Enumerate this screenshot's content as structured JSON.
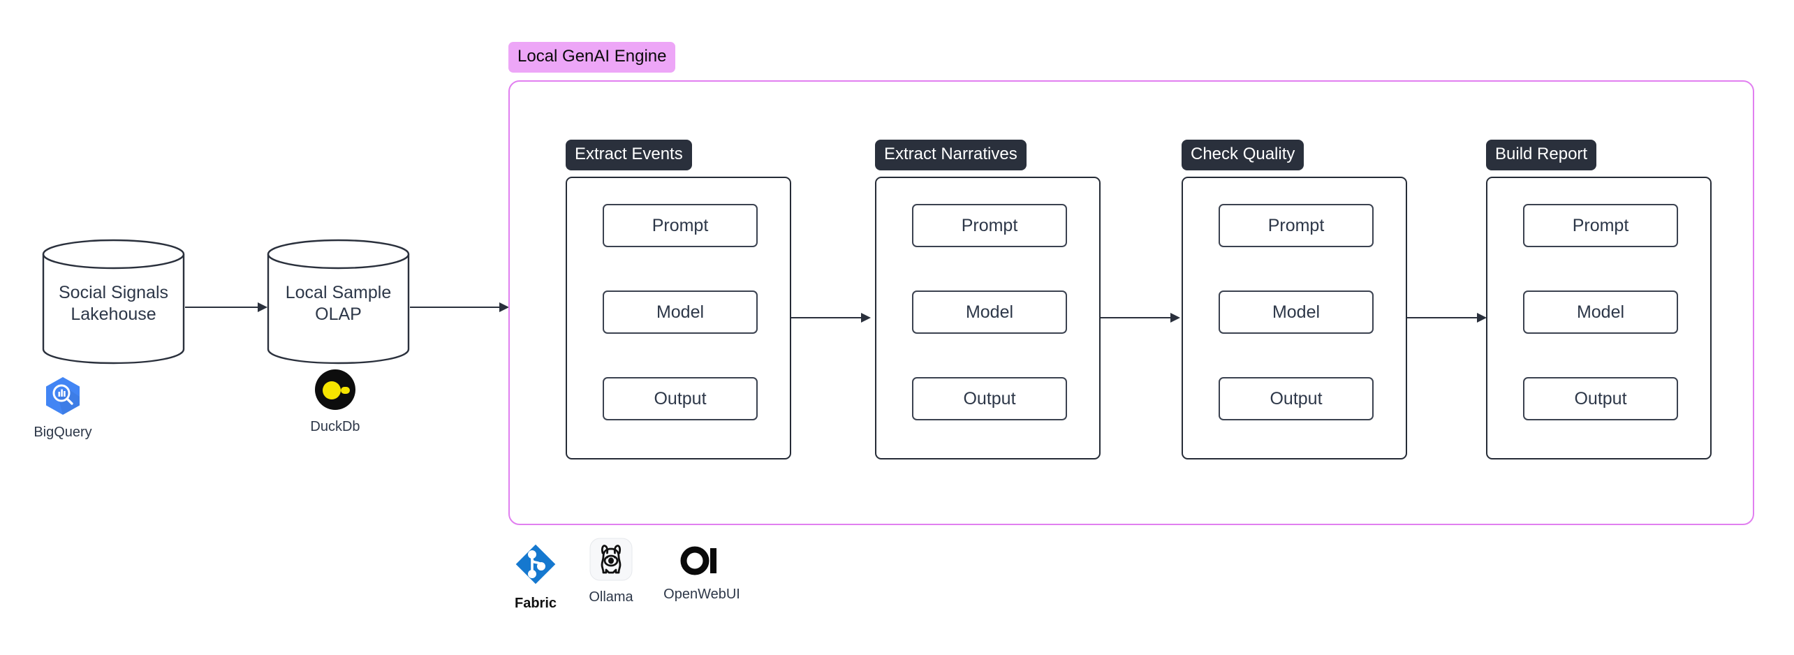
{
  "diagram": {
    "sources": [
      {
        "id": "lakehouse",
        "label": "Social Signals\nLakehouse",
        "tech_label": "BigQuery",
        "tech_icon": "bigquery-icon"
      },
      {
        "id": "olap",
        "label": "Local Sample\nOLAP",
        "tech_label": "DuckDb",
        "tech_icon": "duckdb-icon"
      }
    ],
    "container": {
      "title": "Local GenAI Engine",
      "border_color": "#e17ff0",
      "title_bg": "#eda6f7"
    },
    "steps": [
      {
        "id": "extract-events",
        "label": "Extract Events",
        "boxes": [
          "Prompt",
          "Model",
          "Output"
        ]
      },
      {
        "id": "extract-narratives",
        "label": "Extract Narratives",
        "boxes": [
          "Prompt",
          "Model",
          "Output"
        ]
      },
      {
        "id": "check-quality",
        "label": "Check Quality",
        "boxes": [
          "Prompt",
          "Model",
          "Output"
        ]
      },
      {
        "id": "build-report",
        "label": "Build Report",
        "boxes": [
          "Prompt",
          "Model",
          "Output"
        ]
      }
    ],
    "footer_tools": [
      {
        "id": "fabric",
        "label": "Fabric",
        "icon": "fabric-icon",
        "color": "#1578cf"
      },
      {
        "id": "ollama",
        "label": "Ollama",
        "icon": "ollama-icon",
        "color": "#f7f8fa"
      },
      {
        "id": "openwebui",
        "label": "OpenWebUI",
        "icon": "openwebui-icon",
        "color": "#000000"
      }
    ],
    "colors": {
      "stroke": "#2a303c",
      "text": "#2d3748",
      "accent": "#e17ff0",
      "bigquery": "#4285f4",
      "duckdb_body": "#0d0d0d",
      "duckdb_accent": "#f6e500"
    }
  }
}
